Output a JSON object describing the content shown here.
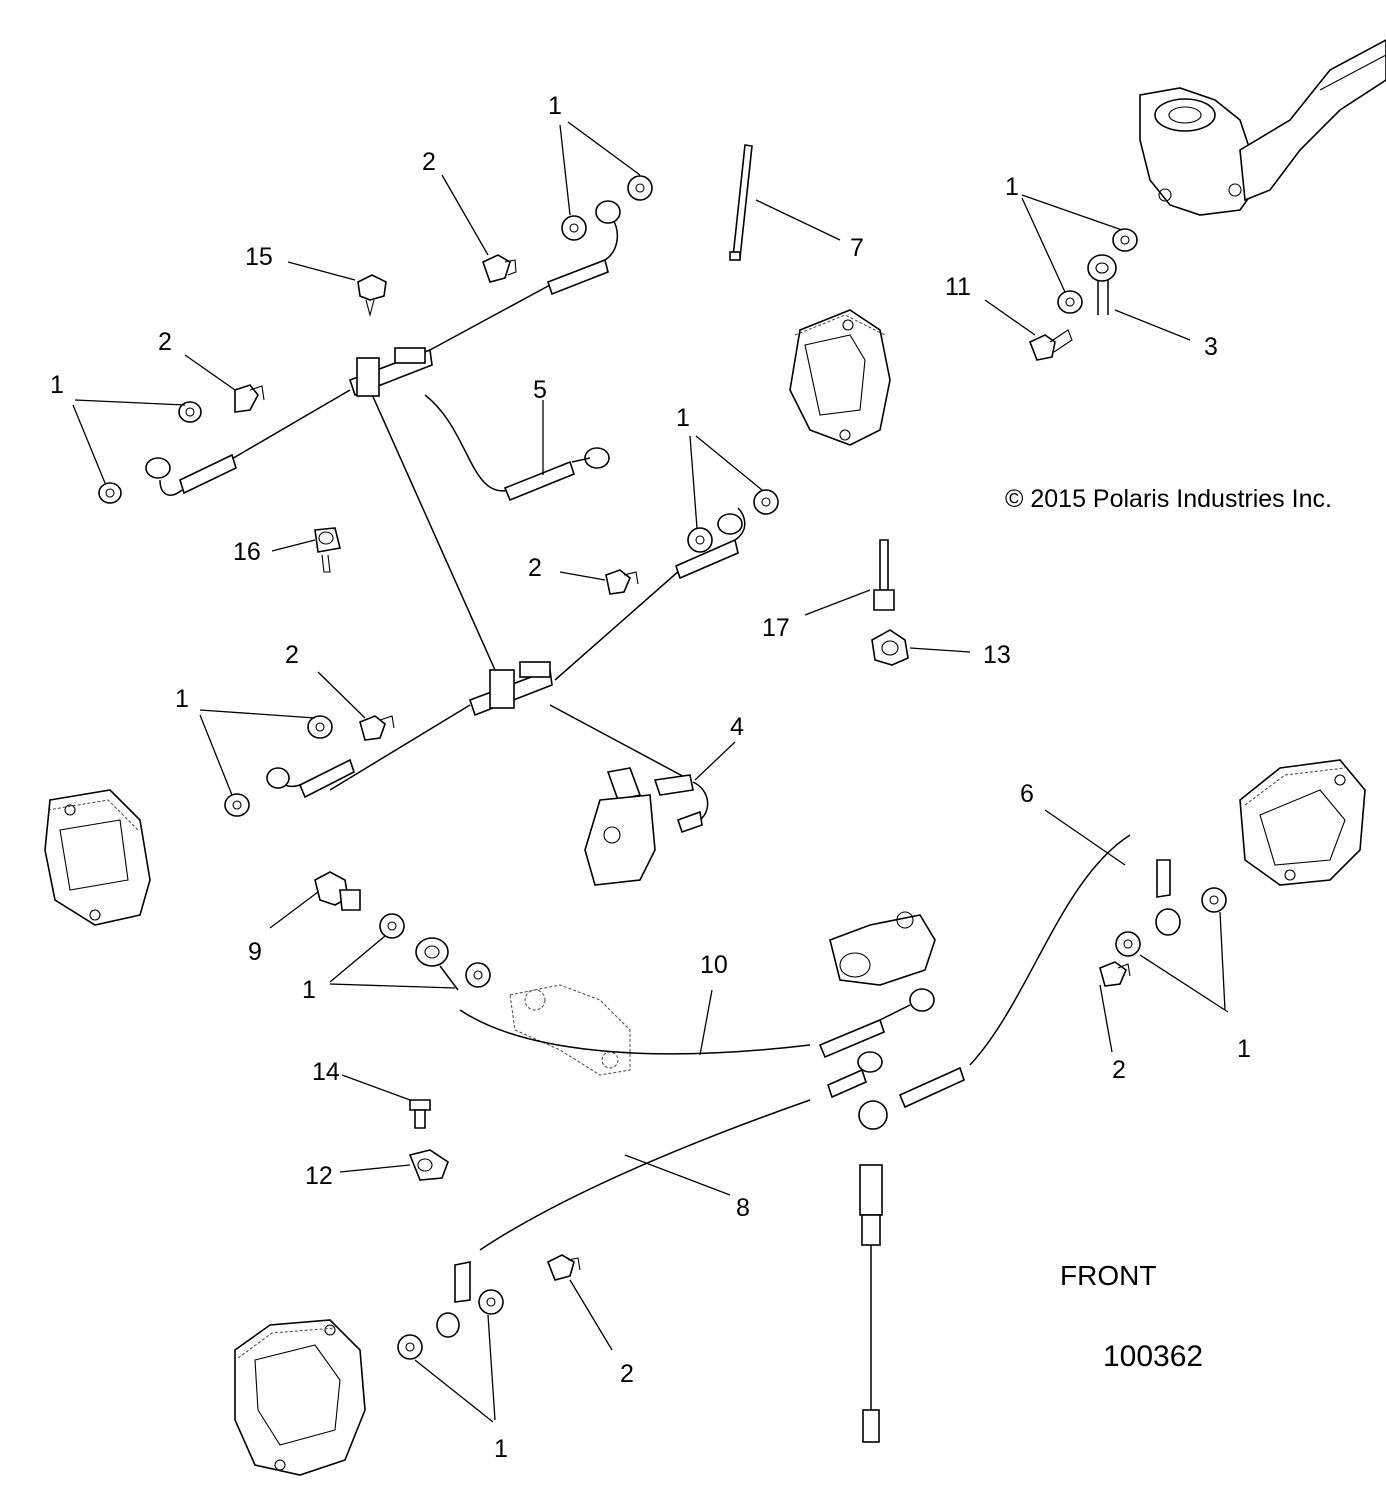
{
  "copyright": "© 2015 Polaris Industries Inc.",
  "front_label": "FRONT",
  "diagram_number": "100362",
  "callouts": {
    "c1": "1",
    "c2": "2",
    "c3": "3",
    "c4": "4",
    "c5": "5",
    "c6": "6",
    "c7": "7",
    "c8": "8",
    "c9": "9",
    "c10": "10",
    "c11": "11",
    "c12": "12",
    "c13": "13",
    "c14": "14",
    "c15": "15",
    "c16": "16",
    "c17": "17"
  }
}
